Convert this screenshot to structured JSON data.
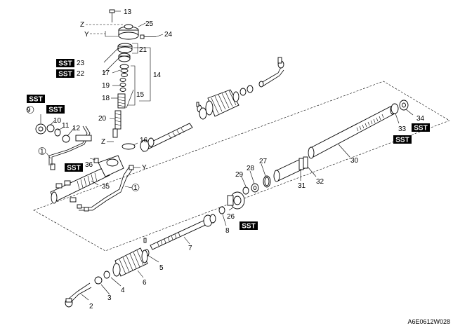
{
  "sst_label": "SST",
  "reference_code": "A6E0612W028",
  "part_numbers": {
    "p1a": "1",
    "p1b": "1",
    "p2": "2",
    "p3": "3",
    "p4": "4",
    "p5": "5",
    "p6": "6",
    "p7": "7",
    "p8": "8",
    "p9": "9",
    "p10": "10",
    "p11": "11",
    "p12": "12",
    "p13": "13",
    "p14": "14",
    "p15": "15",
    "p16": "16",
    "p17": "17",
    "p18": "18",
    "p19": "19",
    "p20": "20",
    "p21": "21",
    "p22": "22",
    "p23": "23",
    "p24": "24",
    "p25": "25",
    "p26": "26",
    "p27": "27",
    "p28": "28",
    "p29": "29",
    "p30": "30",
    "p31": "31",
    "p32": "32",
    "p33": "33",
    "p34": "34",
    "p35": "35",
    "p36": "36"
  },
  "view_markers": {
    "z_top": "Z",
    "y_top": "Y",
    "z_mid": "Z",
    "y_mid": "Y"
  }
}
